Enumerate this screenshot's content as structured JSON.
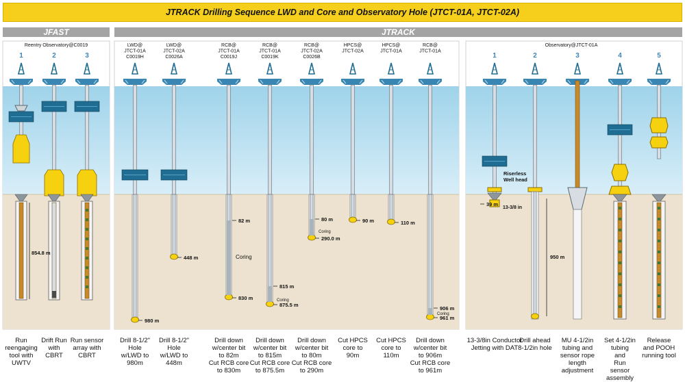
{
  "title": "JTRACK Drilling Sequence LWD and Core and Observatory Hole  (JTCT-01A, JTCT-02A)",
  "sections": {
    "jfast": "JFAST",
    "jtrack": "JTRACK"
  },
  "group_labels": {
    "reentry": "Reentry Observatory@C0019",
    "observatory": "Observatory@JTCT-01A"
  },
  "colors": {
    "title_bg": "#f5cf1b",
    "section_bar": "#a4a4a4",
    "seawater_top": "#9fd3ea",
    "seawater_bottom": "#d8eef8",
    "seafloor": "#ece2cf",
    "tool_blue": "#1f6d92",
    "tool_yellow": "#f6d10f",
    "casing_orange": "#c78a2b"
  },
  "jfast_steps": [
    {
      "num": "1",
      "caption": "Run\nreengaging\ntool with\nUWTV"
    },
    {
      "num": "2",
      "caption": "Drift Run with\nCBRT"
    },
    {
      "num": "3",
      "caption": "Run sensor\narray with\nCBRT"
    }
  ],
  "jfast_depth": "854.8 m",
  "jtrack_columns": [
    {
      "site": "LWD@\nJTCT-01A\nC0019H",
      "caption": "Drill 8-1/2\"\nHole\nw/LWD to\n980m",
      "depth": "980 m"
    },
    {
      "site": "LWD@\nJTCT-02A\nC0026A",
      "caption": "Drill 8-1/2\"\nHole\nw/LWD to\n448m",
      "depth": "448 m"
    },
    {
      "site": "RCB@\nJTCT-01A\nC0019J",
      "caption": "Drill down\nw/center bit\nto 82m\nCut RCB core\nto 830m",
      "top": "82 m",
      "mid": "Coring",
      "depth": "830 m"
    },
    {
      "site": "RCB@\nJTCT-01A\nC0019K",
      "caption": "Drill down\nw/center bit\nto 815m\nCut RCB core\nto 875.5m",
      "top": "815 m",
      "mid": "Coring",
      "depth": "875.5 m"
    },
    {
      "site": "RCB@\nJTCT-02A\nC0026B",
      "caption": "Drill down\nw/center bit\nto 80m\nCut RCB core\nto 290m",
      "top": "80 m",
      "mid": "Coring",
      "depth": "290.0 m"
    },
    {
      "site": "HPCS@\nJTCT-02A",
      "caption": "Cut HPCS\ncore to\n90m",
      "depth": "90 m"
    },
    {
      "site": "HPCS@\nJTCT-01A",
      "caption": "Cut HPCS\ncore to\n110m",
      "depth": "110 m"
    },
    {
      "site": "RCB@\nJTCT-01A",
      "caption": "Drill down\nw/center bit\nto 906m\nCut RCB core\nto 961m",
      "top": "906 m",
      "mid": "Coring",
      "depth": "961 m"
    }
  ],
  "obs_steps": [
    {
      "num": "1",
      "caption": "13-3/8in Conductor\nJetting with DAT"
    },
    {
      "num": "2",
      "caption": "Drill ahead\n8-1/2in hole"
    },
    {
      "num": "3",
      "caption": "MU 4-1/2in\ntubing and\nsensor rope\nlength\nadjustment"
    },
    {
      "num": "4",
      "caption": "Set 4-1/2in\ntubing\nand\nRun\nsensor assembly"
    },
    {
      "num": "5",
      "caption": "Release\nand POOH\nrunning tool"
    }
  ],
  "obs_labels": {
    "wellhead": "Riserless\nWell head",
    "conductor_depth": "39 m",
    "conductor_size": "13-3/8 in",
    "hole_depth": "950 m"
  }
}
